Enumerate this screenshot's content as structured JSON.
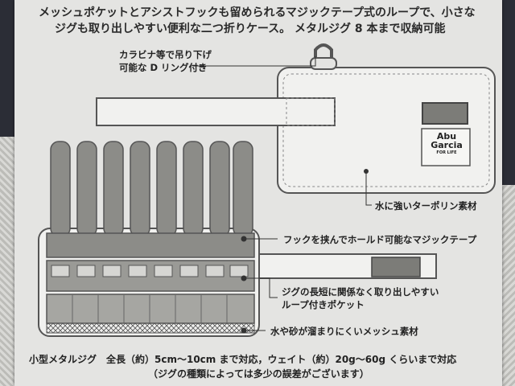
{
  "header": {
    "line1": "メッシュポケットとアシストフックも留められるマジックテープ式のループで、小さな",
    "line2": "ジグも取り出しやすい便利な二つ折りケース。 メタルジグ 8 本まで収納可能"
  },
  "callouts": {
    "d_ring_1": "カラビナ等で吊り下げ",
    "d_ring_2": "可能な D リング付き",
    "tarpaulin": "水に強いターポリン素材",
    "magic_tape": "フックを挟んでホールド可能なマジックテープ",
    "loop_pocket_1": "ジグの長短に関係なく取り出しやすい",
    "loop_pocket_2": "ループ付きポケット",
    "mesh": "水や砂が溜まりにくいメッシュ素材"
  },
  "logo": {
    "brand_1": "Abu",
    "brand_2": "Garcia",
    "tagline": "FOR LIFE"
  },
  "footer": {
    "spec": "小型メタルジグ　全長（約）5cm～10cm まで対応，ウェイト（約）20g～60g くらいまで対応",
    "note": "（ジグの種類によっては多少の誤差がございます）"
  },
  "colors": {
    "card": "#e4e4e2",
    "strap": "#8c8c88",
    "outline": "#555555"
  }
}
